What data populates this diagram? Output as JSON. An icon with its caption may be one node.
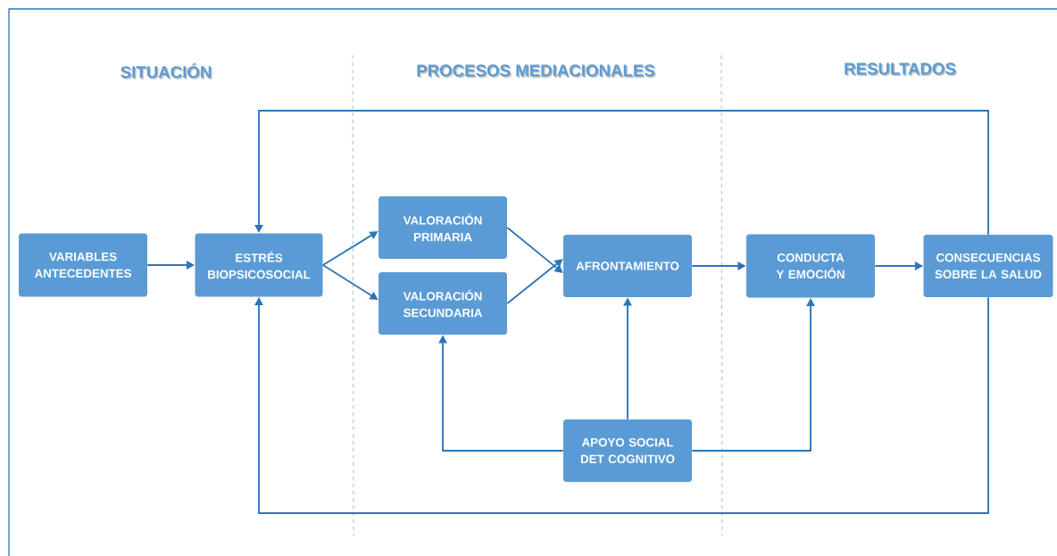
{
  "diagram": {
    "nodes": [
      {
        "text": [
          "VARIABLES ANTECEDENTES"
        ]
      },
      {
        "text": [
          "ESTRÉS BIOPSICOSOCIAL"
        ]
      },
      {
        "text": [
          "VALORACIÓN PRIMARIA"
        ]
      },
      {
        "text": [
          "VALORACIÓN SECUNDARIA"
        ]
      },
      {
        "text": [
          "AFRONTAMIENTO"
        ]
      },
      {
        "text": [
          "CONDUCTA Y EMOCIÓN"
        ]
      },
      {
        "text": [
          "CONSECUENCIAS SOBRE LA SALUD"
        ]
      },
      {
        "text": [
          "APOYO SOCIAL DET COGNITIVO"
        ]
      }
    ],
    "edges": [
      {
        "from": 0,
        "to": 1,
        "arrow": "to"
      },
      {
        "from": 1,
        "to": 2,
        "arrow": "to"
      },
      {
        "from": 1,
        "to": 3,
        "arrow": "to"
      },
      {
        "from": 2,
        "to": 4,
        "arrow": "to"
      },
      {
        "from": 3,
        "to": 4,
        "arrow": "to"
      },
      {
        "from": 4,
        "to": 5,
        "arrow": "to"
      },
      {
        "from": 5,
        "to": 6,
        "arrow": "to"
      },
      {
        "from": 6,
        "to": 1,
        "arrow": "to"
      },
      {
        "from": 6,
        "to": 1,
        "arrow": "to"
      },
      {
        "from": 7,
        "to": 4,
        "arrow": "to"
      },
      {
        "from": 7,
        "to": 3,
        "arrow": "to"
      },
      {
        "from": 7,
        "to": 5,
        "arrow": "to"
      }
    ],
    "labels": [
      "SITUACIÓN",
      "PROCESOS MEDIACIONALES",
      "RESULTADOS"
    ]
  }
}
